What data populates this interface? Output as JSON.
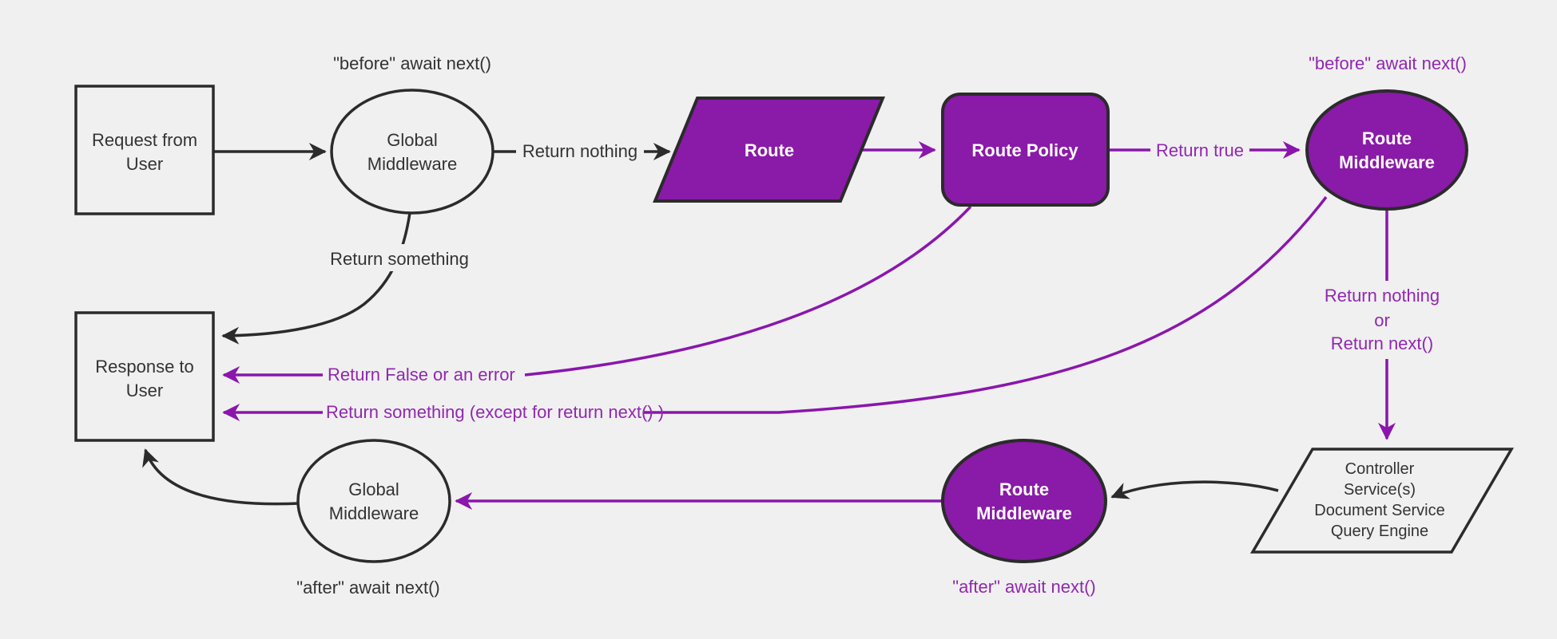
{
  "diagram": {
    "title_hint": "request-response middleware lifecycle flowchart",
    "colors": {
      "bg": "#f0f0f0",
      "dark": "#2b2b2b",
      "dark-text": "#333333",
      "purple": "#8a16ac",
      "purple-fill": "#8a1aa8",
      "purple-text": "#9128b0",
      "white": "#ffffff"
    },
    "nodes": {
      "request": {
        "line1": "Request from",
        "line2": "User",
        "shape": "rectangle"
      },
      "global_mw_top": {
        "line1": "Global",
        "line2": "Middleware",
        "shape": "ellipse"
      },
      "route": {
        "label": "Route",
        "shape": "parallelogram"
      },
      "route_policy": {
        "label": "Route Policy",
        "shape": "rounded-rectangle"
      },
      "route_mw_top": {
        "line1": "Route",
        "line2": "Middleware",
        "shape": "ellipse"
      },
      "response": {
        "line1": "Response to",
        "line2": "User",
        "shape": "rectangle"
      },
      "global_mw_bottom": {
        "line1": "Global",
        "line2": "Middleware",
        "shape": "ellipse"
      },
      "route_mw_bottom": {
        "line1": "Route",
        "line2": "Middleware",
        "shape": "ellipse"
      },
      "controller": {
        "line1": "Controller",
        "line2": "Service(s)",
        "line3": "Document Service",
        "line4": "Query Engine",
        "shape": "parallelogram"
      }
    },
    "edge_labels": {
      "before_await_top": "\"before\" await next()",
      "before_await_right": "\"before\" await next()",
      "return_nothing": "Return nothing",
      "return_true": "Return true",
      "return_something": "Return something",
      "return_vert_1": "Return nothing",
      "return_vert_2": "or",
      "return_vert_3": "Return next()",
      "return_false": "Return False or an error",
      "return_something_except": "Return something (except for return next() )",
      "after_await_bottom": "\"after\" await next()",
      "after_await_left": "\"after\" await next()"
    }
  }
}
